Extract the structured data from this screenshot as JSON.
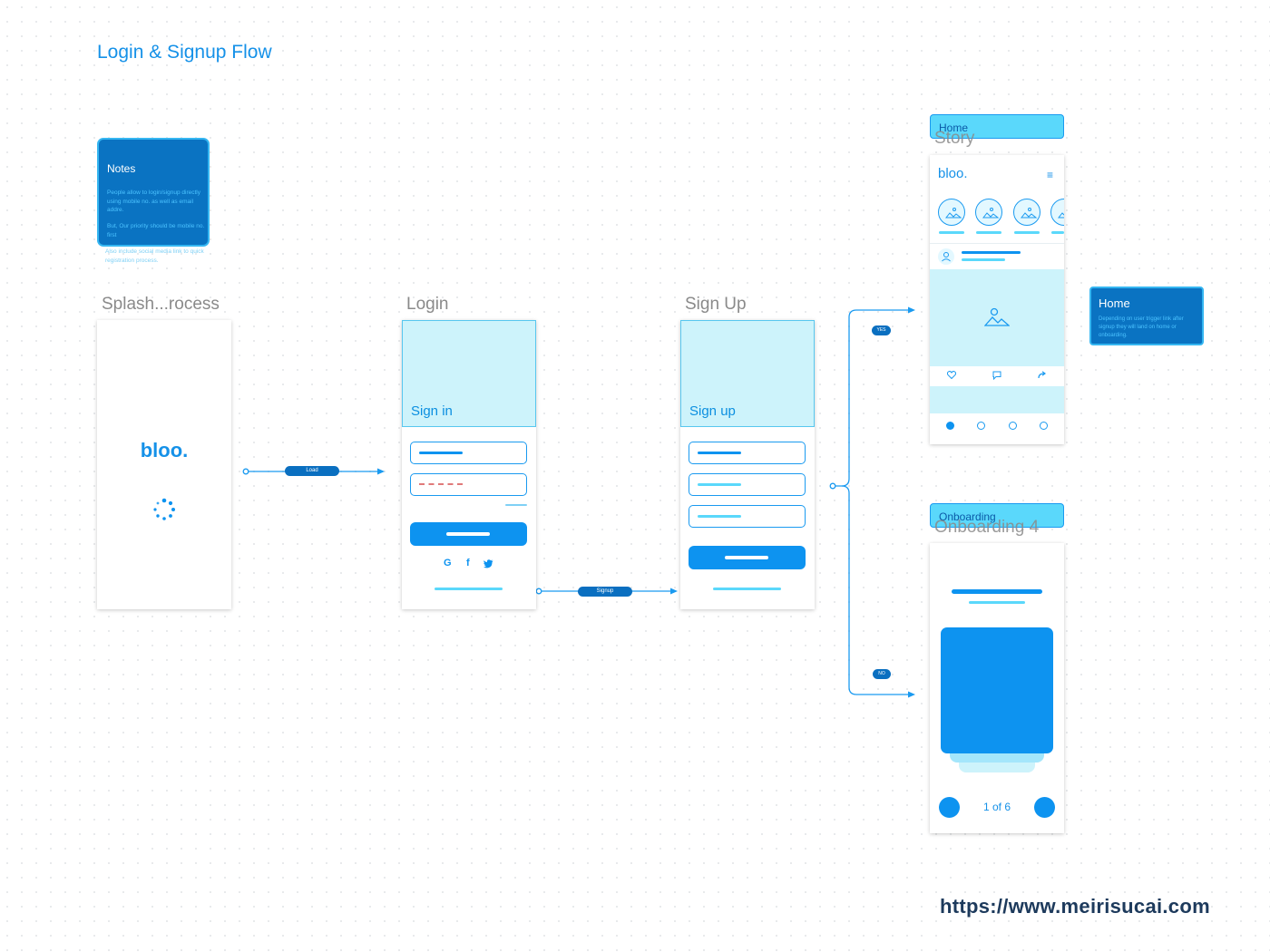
{
  "page_title": "Login & Signup Flow",
  "notes": {
    "title": "Notes",
    "lines": [
      " People allow to login/signup directly using mobile no. as well as email addre.",
      "But, Our priority should be mobile no. first",
      "Also include social media link to quick registration process."
    ]
  },
  "frames": {
    "splash": {
      "label": "Splash...rocess",
      "logo": "bloo."
    },
    "login": {
      "label": "Login",
      "hero_text": "Sign in",
      "social_icons": [
        "google-icon",
        "facebook-icon",
        "twitter-icon"
      ]
    },
    "signup": {
      "label": "Sign Up",
      "hero_text": "Sign up"
    },
    "home": {
      "tab_label": "Home",
      "ghost_label": "Story",
      "logo": "bloo."
    },
    "onboarding": {
      "tab_label": "Onboarding",
      "ghost_label": "Onboarding 4",
      "pager_text": "1 of 6"
    }
  },
  "connectors": {
    "load_label": "Load",
    "signup_label": "Signup",
    "yes_label": "YES",
    "no_label": "NO"
  },
  "home_note": {
    "title": "Home",
    "description": "Depending on user trigger link after signup they will land on home or onboarding."
  },
  "colors": {
    "accent": "#0d93f0",
    "note_bg": "#0a73c2",
    "hero_bg": "#cdf3fb",
    "tab_bg": "#5ad8fb",
    "error_dash": "#e07a7a"
  },
  "watermark": "https://www.meirisucai.com"
}
